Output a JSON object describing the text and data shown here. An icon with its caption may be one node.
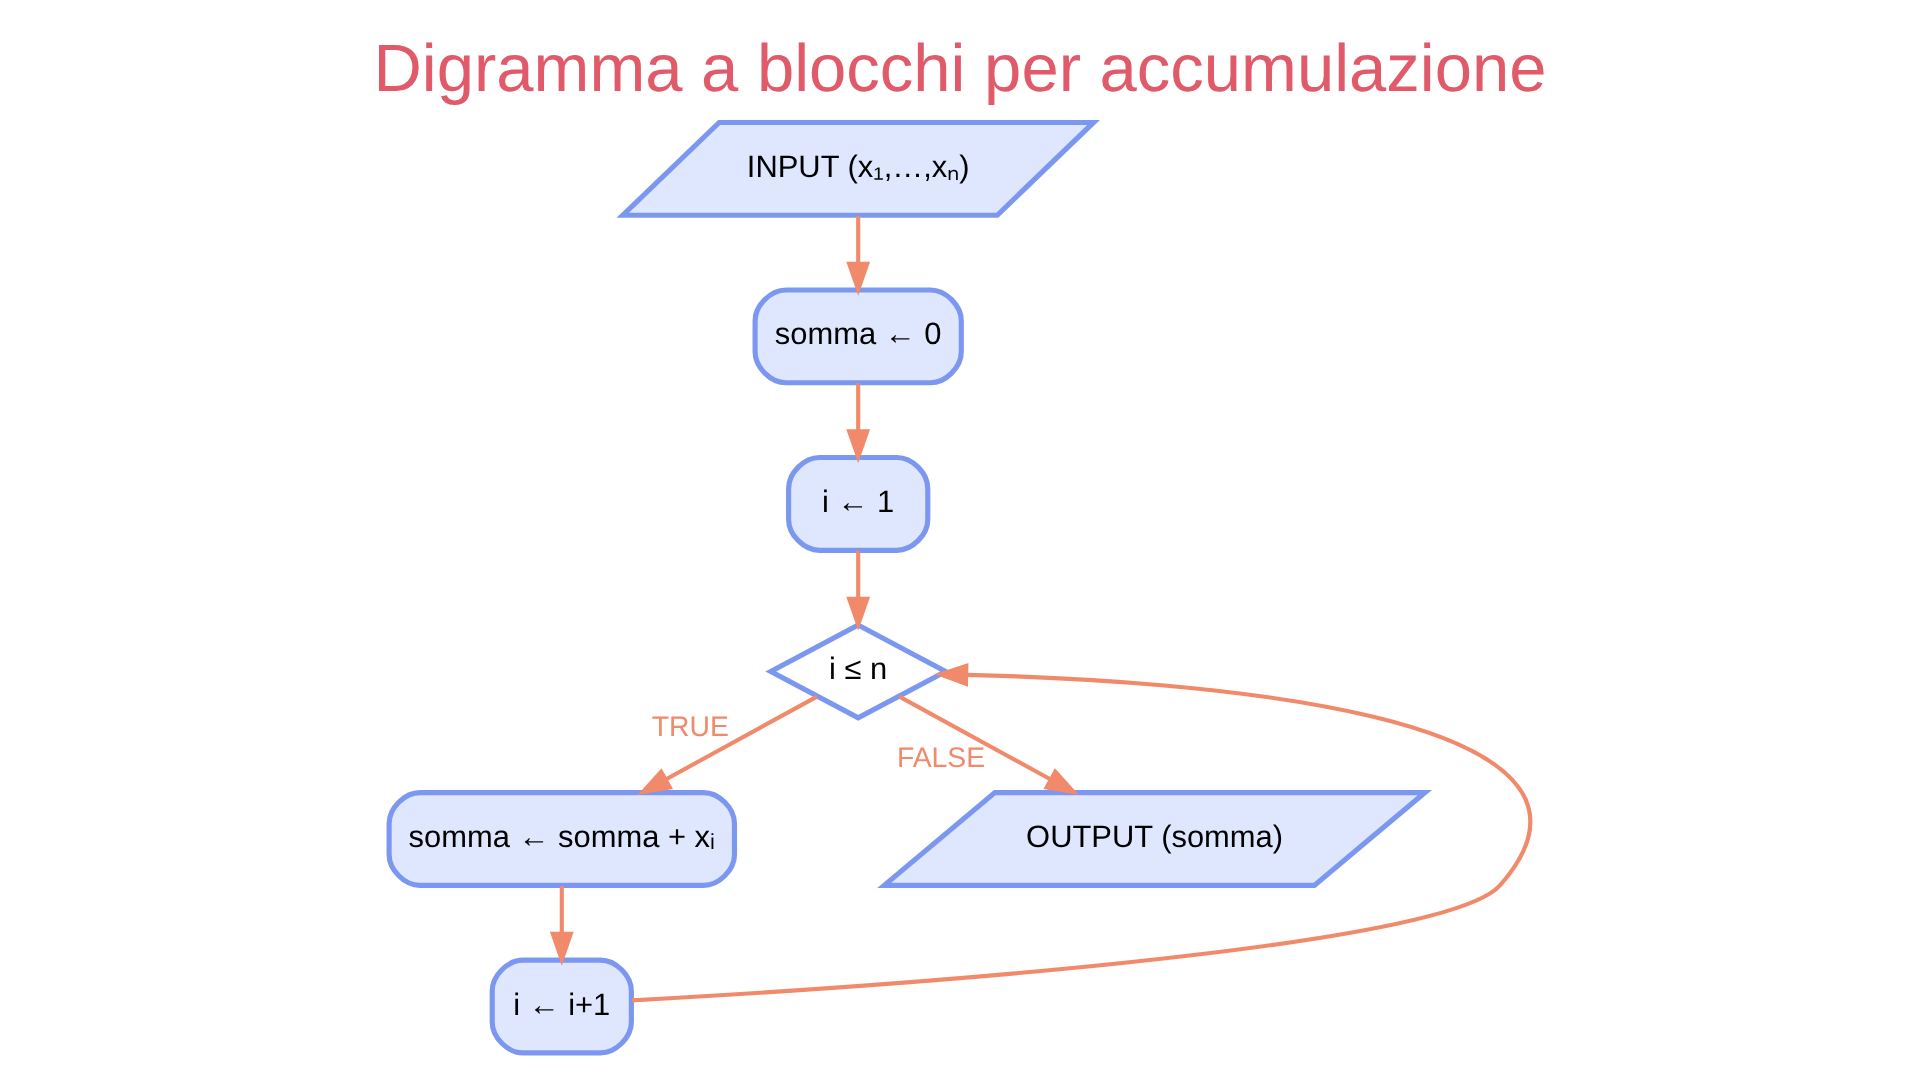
{
  "diagram": {
    "title": "Digramma a blocchi per accumulazione",
    "nodes": [
      {
        "text": [
          "INPUT (x₁,…,xₙ)"
        ]
      },
      {
        "text": [
          "somma ← 0"
        ]
      },
      {
        "text": [
          "i ← 1"
        ]
      },
      {
        "text": [
          "i ≤ n"
        ]
      },
      {
        "text": [
          "somma ← somma + xᵢ"
        ]
      },
      {
        "text": [
          "i ← i+1"
        ]
      },
      {
        "text": [
          "OUTPUT (somma)"
        ]
      }
    ],
    "edges": [
      {
        "from": 0,
        "to": 1,
        "arrow": "to"
      },
      {
        "from": 1,
        "to": 2,
        "arrow": "to"
      },
      {
        "from": 2,
        "to": 3,
        "arrow": "to"
      },
      {
        "from": 3,
        "to": 6,
        "arrow": "to",
        "label": "FALSE"
      },
      {
        "from": 3,
        "to": 4,
        "arrow": "to",
        "label": "TRUE"
      },
      {
        "from": 4,
        "to": 5,
        "arrow": "to"
      },
      {
        "from": 5,
        "to": 3,
        "arrow": "to"
      }
    ]
  }
}
